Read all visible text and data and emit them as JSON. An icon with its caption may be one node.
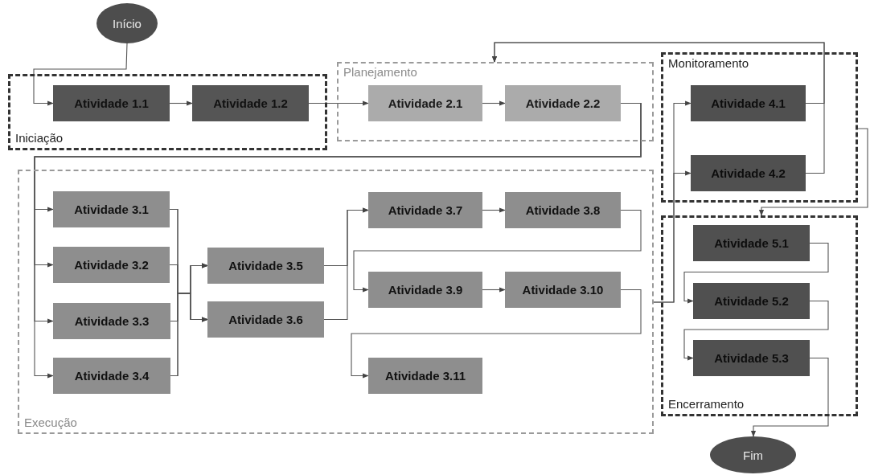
{
  "diagram": {
    "nodes": [
      {
        "text": [
          "Início"
        ]
      },
      {
        "text": [
          "Iniciação"
        ]
      },
      {
        "text": [
          "Atividade 1.1"
        ],
        "in": 1
      },
      {
        "text": [
          "Atividade 1.2"
        ],
        "in": 1
      },
      {
        "text": [
          "Planejamento"
        ]
      },
      {
        "text": [
          "Atividade 2.1"
        ],
        "in": 4
      },
      {
        "text": [
          "Atividade 2.2"
        ],
        "in": 4
      },
      {
        "text": [
          "Execução"
        ]
      },
      {
        "text": [
          "Atividade 3.1"
        ],
        "in": 7
      },
      {
        "text": [
          "Atividade 3.2"
        ],
        "in": 7
      },
      {
        "text": [
          "Atividade 3.3"
        ],
        "in": 7
      },
      {
        "text": [
          "Atividade 3.4"
        ],
        "in": 7
      },
      {
        "text": [
          "Atividade 3.5"
        ],
        "in": 7
      },
      {
        "text": [
          "Atividade 3.6"
        ],
        "in": 7
      },
      {
        "text": [
          "Atividade 3.7"
        ],
        "in": 7
      },
      {
        "text": [
          "Atividade 3.8"
        ],
        "in": 7
      },
      {
        "text": [
          "Atividade 3.9"
        ],
        "in": 7
      },
      {
        "text": [
          "Atividade 3.10"
        ],
        "in": 7
      },
      {
        "text": [
          "Atividade 3.11"
        ],
        "in": 7
      },
      {
        "text": [
          "Monitoramento"
        ]
      },
      {
        "text": [
          "Atividade 4.1"
        ],
        "in": 19
      },
      {
        "text": [
          "Atividade 4.2"
        ],
        "in": 19
      },
      {
        "text": [
          "Encerramento"
        ]
      },
      {
        "text": [
          "Atividade 5.1"
        ],
        "in": 22
      },
      {
        "text": [
          "Atividade 5.2"
        ],
        "in": 22
      },
      {
        "text": [
          "Atividade 5.3"
        ],
        "in": 22
      },
      {
        "text": [
          "Fim"
        ]
      }
    ],
    "edges": [
      {
        "from": 0,
        "to": 2,
        "arrow": "to"
      },
      {
        "from": 2,
        "to": 3,
        "arrow": "to"
      },
      {
        "from": 3,
        "to": 5,
        "arrow": "to"
      },
      {
        "from": 5,
        "to": 6,
        "arrow": "to"
      },
      {
        "from": 6,
        "to": 8,
        "arrow": "to"
      },
      {
        "from": 6,
        "to": 9,
        "arrow": "to"
      },
      {
        "from": 6,
        "to": 10,
        "arrow": "to"
      },
      {
        "from": 6,
        "to": 11,
        "arrow": "to"
      },
      {
        "from": 8,
        "to": 12,
        "arrow": "to"
      },
      {
        "from": 8,
        "to": 13,
        "arrow": "to"
      },
      {
        "from": 9,
        "to": 12,
        "arrow": "to"
      },
      {
        "from": 9,
        "to": 13,
        "arrow": "to"
      },
      {
        "from": 10,
        "to": 12,
        "arrow": "to"
      },
      {
        "from": 10,
        "to": 13,
        "arrow": "to"
      },
      {
        "from": 11,
        "to": 12,
        "arrow": "to"
      },
      {
        "from": 11,
        "to": 13,
        "arrow": "to"
      },
      {
        "from": 12,
        "to": 14,
        "arrow": "to"
      },
      {
        "from": 13,
        "to": 14,
        "arrow": "to"
      },
      {
        "from": 14,
        "to": 15,
        "arrow": "to"
      },
      {
        "from": 15,
        "to": 16,
        "arrow": "to"
      },
      {
        "from": 16,
        "to": 17,
        "arrow": "to"
      },
      {
        "from": 17,
        "to": 18,
        "arrow": "to"
      },
      {
        "from": 7,
        "to": 20,
        "arrow": "to"
      },
      {
        "from": 7,
        "to": 21,
        "arrow": "to"
      },
      {
        "from": 20,
        "to": 4,
        "arrow": "to"
      },
      {
        "from": 21,
        "to": 4,
        "arrow": "to"
      },
      {
        "from": 19,
        "to": 22,
        "arrow": "to"
      },
      {
        "from": 23,
        "to": 24,
        "arrow": "to"
      },
      {
        "from": 24,
        "to": 25,
        "arrow": "to"
      },
      {
        "from": 25,
        "to": 26,
        "arrow": "to"
      }
    ]
  }
}
